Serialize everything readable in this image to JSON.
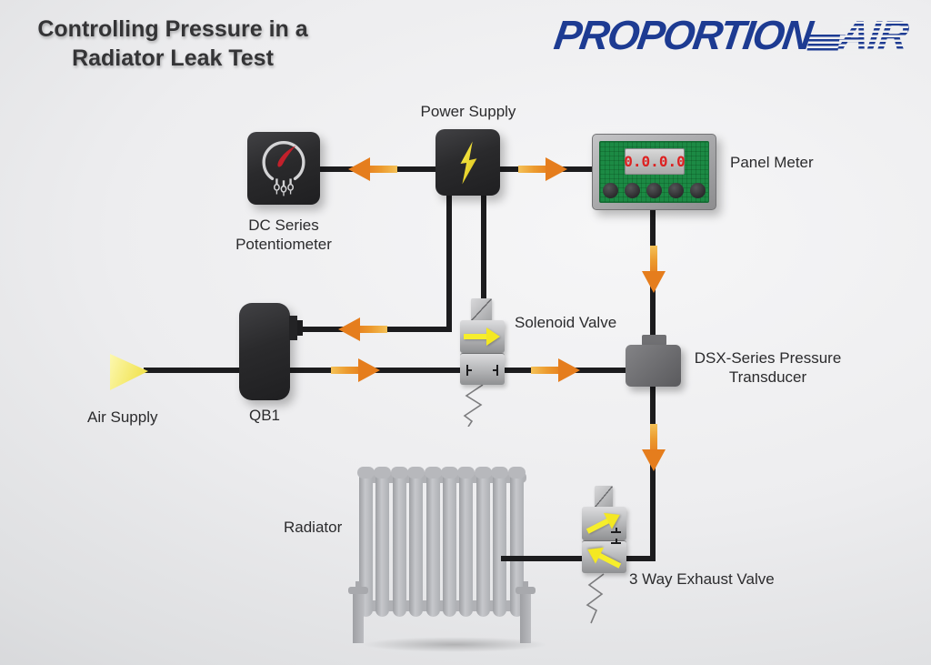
{
  "title": {
    "line1": "Controlling Pressure in a",
    "line2": "Radiator Leak Test"
  },
  "logo": {
    "word1": "PROPORTION",
    "word2": "AIR"
  },
  "labels": {
    "power_supply": "Power Supply",
    "panel_meter": "Panel Meter",
    "potentiometer_line1": "DC Series",
    "potentiometer_line2": "Potentiometer",
    "solenoid_valve": "Solenoid Valve",
    "air_supply": "Air Supply",
    "qb1": "QB1",
    "transducer_line1": "DSX-Series Pressure",
    "transducer_line2": "Transducer",
    "radiator": "Radiator",
    "exhaust_valve": "3 Way Exhaust Valve"
  },
  "panel_meter": {
    "display_value": "0.0.0.0"
  },
  "colors": {
    "logo_blue": "#1d3b92",
    "arrow_orange": "#e57d1d",
    "valve_yellow": "#f6ee2c",
    "pcb_green": "#1c8a44",
    "display_red": "#dd2222",
    "wire_black": "#1c1c1e",
    "background_gray": "#e4e5e7"
  }
}
